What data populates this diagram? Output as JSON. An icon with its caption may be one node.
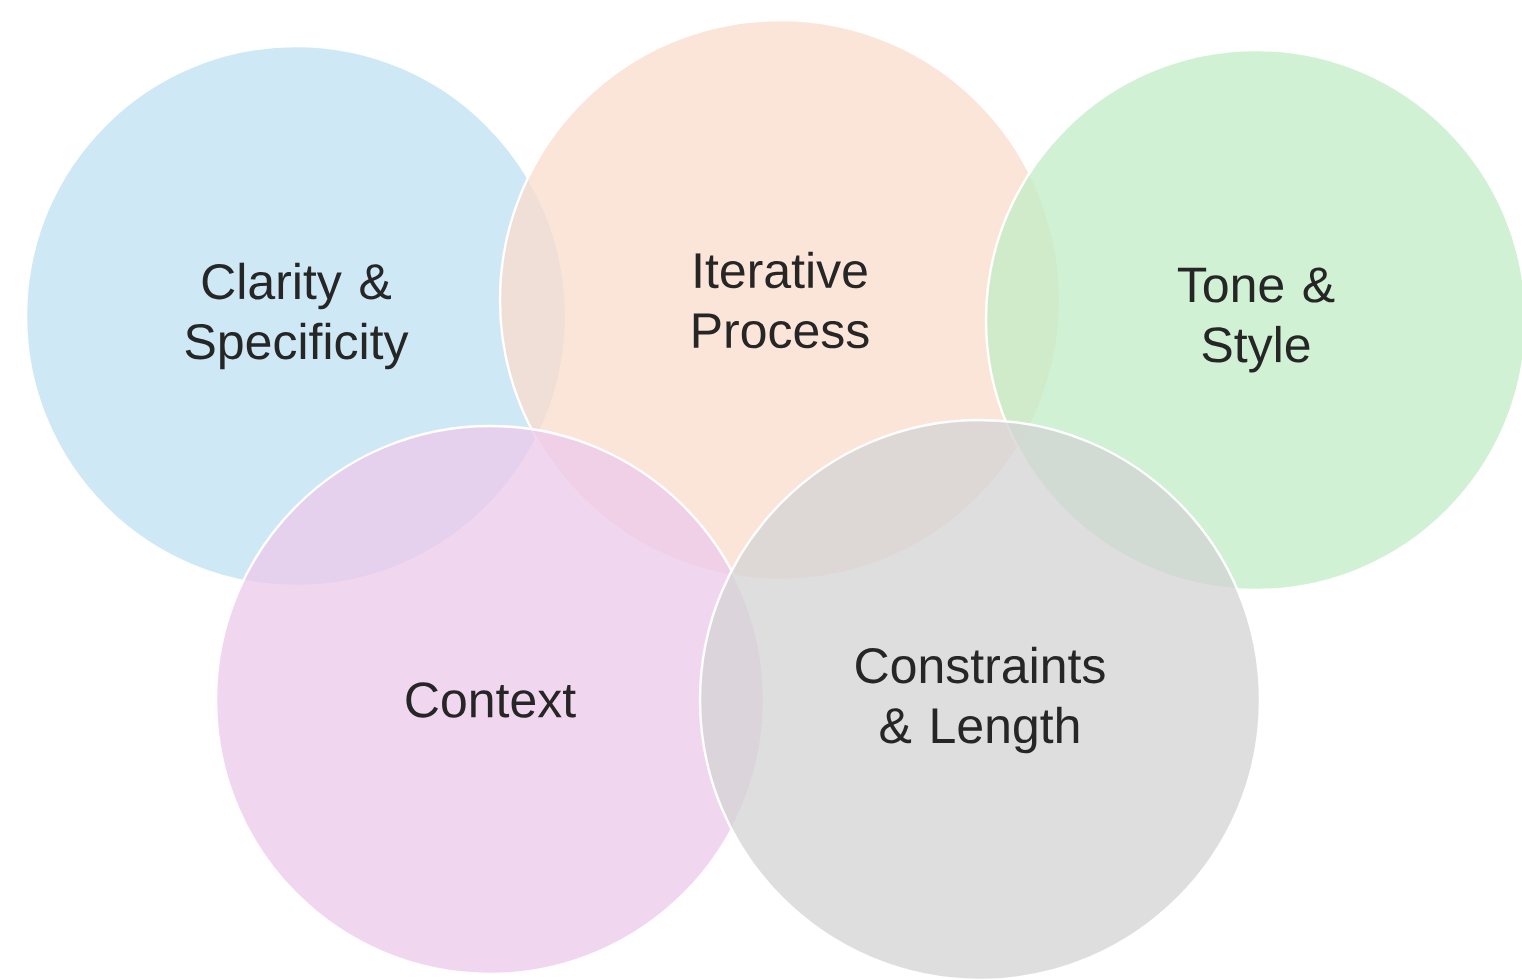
{
  "diagram": {
    "nodes": [
      {
        "text": [
          "Clarity & Specificity"
        ]
      },
      {
        "text": [
          "Iterative Process"
        ]
      },
      {
        "text": [
          "Tone & Style"
        ]
      },
      {
        "text": [
          "Context"
        ]
      },
      {
        "text": [
          "Constraints & Length"
        ]
      }
    ]
  }
}
